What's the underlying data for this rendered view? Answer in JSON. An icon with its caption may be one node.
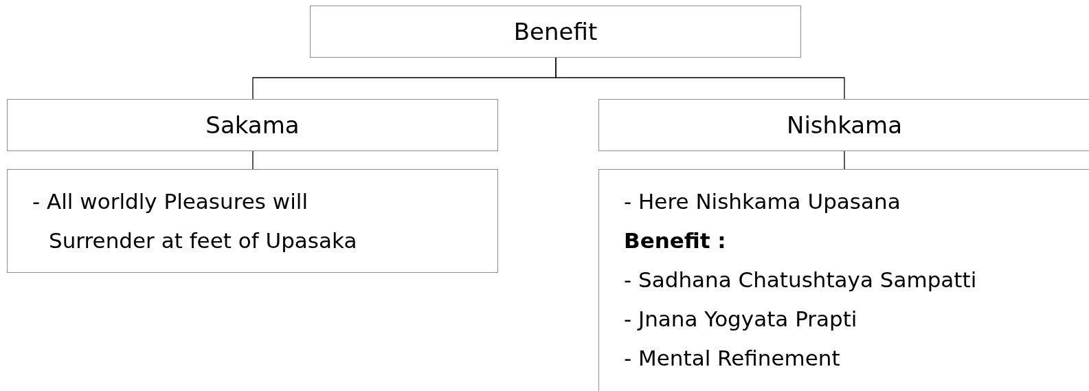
{
  "diagram": {
    "nodes": [
      {
        "text": [
          "Benefit"
        ]
      },
      {
        "text": [
          "Sakama"
        ]
      },
      {
        "text": [
          "Nishkama"
        ]
      },
      {
        "text": [
          "- All worldly Pleasures will Surrender at feet of Upasaka"
        ]
      },
      {
        "text": [
          "- Here Nishkama Upasana",
          "**Benefit :**",
          "- Sadhana Chatushtaya Sampatti",
          "- Jnana Yogyata Prapti",
          "- Mental Refinement"
        ]
      }
    ],
    "edges": [
      {
        "from": 0,
        "to": 1,
        "arrow": "none"
      },
      {
        "from": 0,
        "to": 2,
        "arrow": "none"
      },
      {
        "from": 1,
        "to": 3,
        "arrow": "none"
      },
      {
        "from": 2,
        "to": 4,
        "arrow": "none"
      }
    ]
  }
}
